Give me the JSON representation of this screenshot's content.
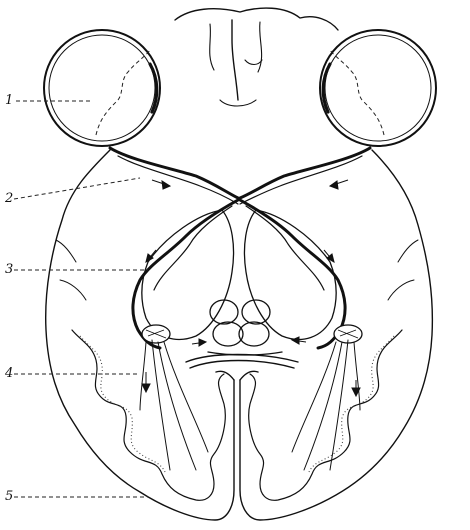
{
  "labels": [
    {
      "id": "label-1",
      "text": "1"
    },
    {
      "id": "label-2",
      "text": "2"
    },
    {
      "id": "label-3",
      "text": "3"
    },
    {
      "id": "label-4",
      "text": "4"
    },
    {
      "id": "label-5",
      "text": "5"
    }
  ],
  "colors": {
    "ink": "#111111",
    "paper": "#ffffff"
  }
}
